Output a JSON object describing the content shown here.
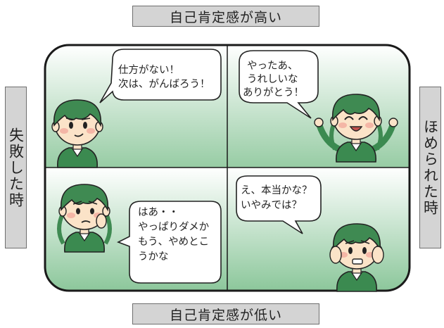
{
  "labels": {
    "top": "自己肯定感が高い",
    "bottom": "自己肯定感が低い",
    "left": "失敗した時",
    "right": "ほめられた時"
  },
  "quadrants": {
    "top_left": {
      "lines": [
        "仕方がない！",
        "次は、がんばろう！"
      ]
    },
    "top_right": {
      "lines": [
        "やったあ、",
        "うれしいな",
        "ありがとう！"
      ]
    },
    "bottom_left": {
      "lines": [
        "はあ・・",
        "やっぱりダメか",
        "もう、やめとこ",
        "うかな"
      ]
    },
    "bottom_right": {
      "lines": [
        "え、本当かな？",
        "いやみでは？"
      ]
    }
  },
  "colors": {
    "gradient_light": "#ffffff",
    "gradient_dark": "#8cc79b",
    "hair": "#3f8a52",
    "skin": "#fbe3c8",
    "cheek": "#f4b6a6",
    "uniform": "#3b8a50",
    "outline": "#222222"
  }
}
